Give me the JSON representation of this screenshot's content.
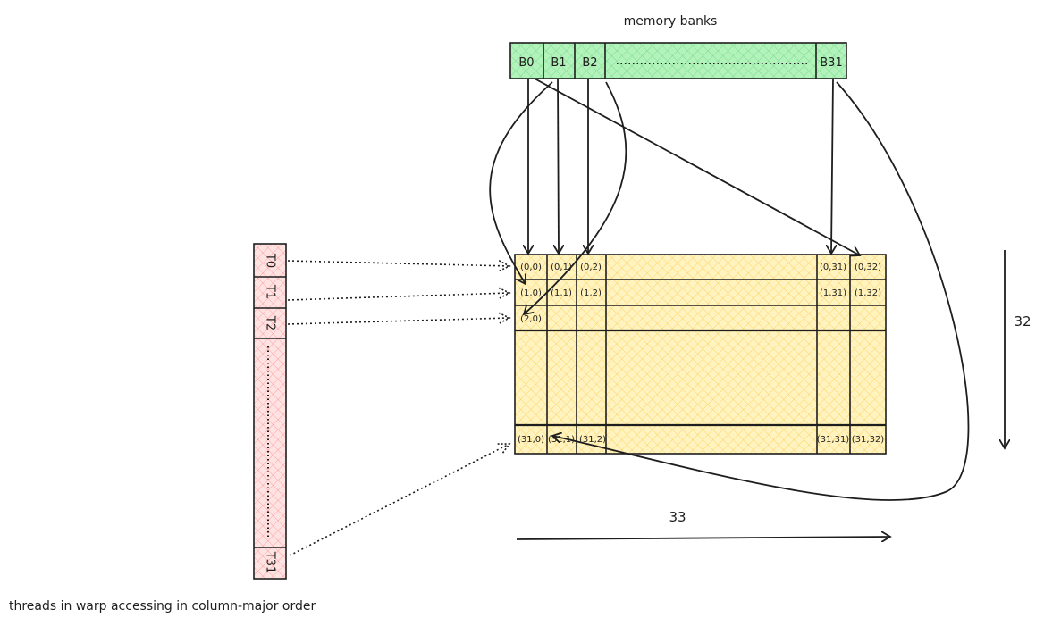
{
  "banks": {
    "title": "memory banks",
    "labels": [
      "B0",
      "B1",
      "B2",
      "B31"
    ]
  },
  "matrix": {
    "rows": [
      [
        "(0,0)",
        "(0,1)",
        "(0,2)",
        "(0,31)",
        "(0,32)"
      ],
      [
        "(1,0)",
        "(1,1)",
        "(1,2)",
        "(1,31)",
        "(1,32)"
      ],
      [
        "(2,0)"
      ],
      [
        "(31,0)",
        "(31,1)",
        "(31,2)",
        "(31,31)",
        "(31,32)"
      ]
    ],
    "height_label": "32",
    "width_label": "33"
  },
  "threads": {
    "labels": [
      "T0",
      "T1",
      "T2",
      "T31"
    ],
    "caption": "threads in warp accessing in column-major order"
  },
  "colors": {
    "banks_fill": "#b2f2bb",
    "banks_hatch": "#40c057",
    "matrix_fill": "#fff3bf",
    "matrix_hatch": "#fab005",
    "threads_fill": "#ffc9c9",
    "threads_hatch": "#fa5252",
    "stroke": "#1e1e1e"
  }
}
